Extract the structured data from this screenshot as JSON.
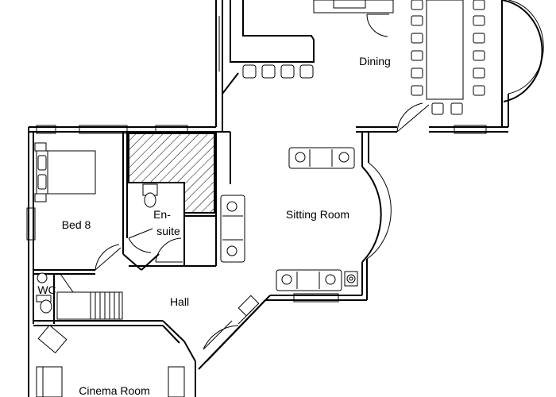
{
  "plan": {
    "rooms": [
      {
        "key": "dining",
        "label": "Dining"
      },
      {
        "key": "sitting",
        "label": "Sitting Room"
      },
      {
        "key": "bed8",
        "label": "Bed 8"
      },
      {
        "key": "ensuite_1",
        "label": "En-"
      },
      {
        "key": "ensuite_2",
        "label": "suite"
      },
      {
        "key": "wc",
        "label": "WC"
      },
      {
        "key": "hall",
        "label": "Hall"
      },
      {
        "key": "cinema",
        "label": "Cinema Room"
      }
    ]
  }
}
